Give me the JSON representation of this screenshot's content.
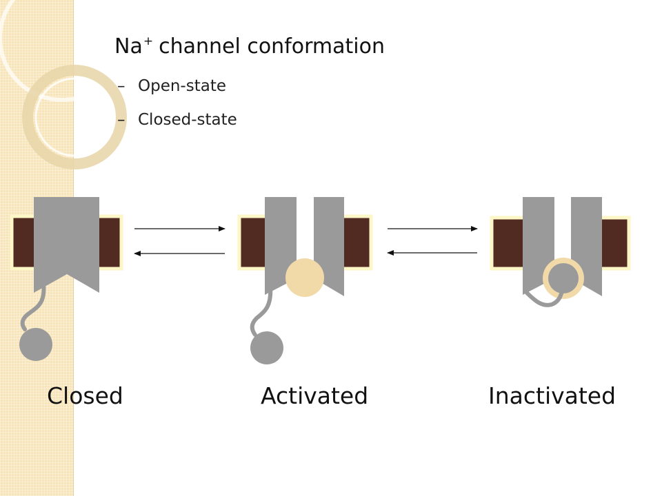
{
  "title": {
    "main": "Na",
    "superscript": "+",
    "rest": "channel conformation"
  },
  "bullets": [
    {
      "dash": "–",
      "text": "Open-state"
    },
    {
      "dash": "–",
      "text": "Closed-state"
    }
  ],
  "states": [
    {
      "label": "Closed"
    },
    {
      "label": "Activated"
    },
    {
      "label": "Inactivated"
    }
  ],
  "colors": {
    "membrane": "#512a22",
    "membrane_border": "#fdf6c6",
    "channel": "#9a9a9a",
    "gate_ball": "#9a9a9a",
    "pore_ring": "#f2d9a8",
    "side_band": "#f7e4b8"
  }
}
